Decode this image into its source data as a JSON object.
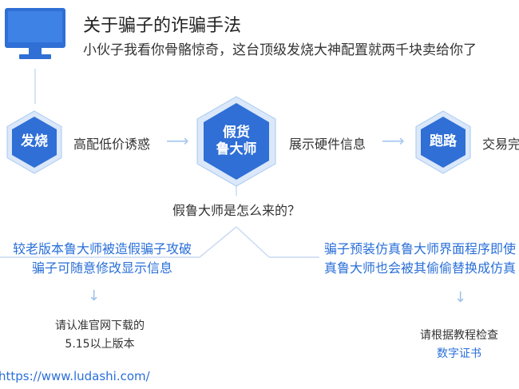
{
  "header": {
    "title": "关于骗子的诈骗手法",
    "subtitle": "小伙子我看你骨骼惊奇，这台顶级发烧大神配置就两千块卖给你了"
  },
  "icons": {
    "monitor": "monitor-icon",
    "arrow_right": "arrow-right-icon",
    "arrow_down": "arrow-down-icon"
  },
  "flow": {
    "steps": [
      {
        "hex_label": "发烧",
        "desc": "高配低价诱惑"
      },
      {
        "hex_label": "假货\n鲁大师",
        "desc": "展示硬件信息"
      },
      {
        "hex_label": "跑路",
        "desc": "交易完成"
      }
    ],
    "arrow_glyph": "⟶"
  },
  "question": "假鲁大师是怎么来的？",
  "branches": [
    {
      "line1": "较老版本鲁大师被造假骗子攻破",
      "line2": "骗子可随意修改显示信息",
      "tip_line1": "请认准官网下载的",
      "tip_line2": "5.15以上版本",
      "tip_highlight": ""
    },
    {
      "line1": "骗子预装仿真鲁大师界面程序即使",
      "line2": "真鲁大师也会被其偷偷替换成仿真",
      "tip_line1": "请根据教程检查",
      "tip_line2": "",
      "tip_highlight": "数字证书"
    }
  ],
  "down_arrow_glyph": "↓",
  "footer_url": "https://www.ludashi.com/",
  "colors": {
    "hex_fill": "#2f6fd6",
    "hex_border": "#a8c8f0",
    "accent_text": "#2a6fd8",
    "line": "#c9daf2",
    "monitor": "#2f6fd6"
  }
}
